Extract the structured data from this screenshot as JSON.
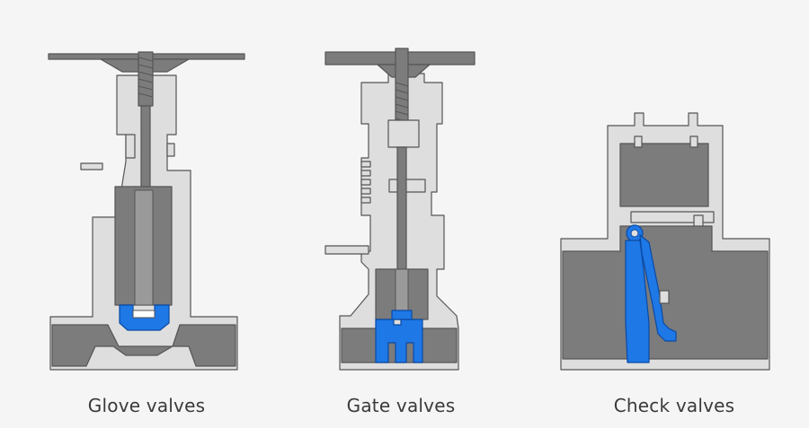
{
  "colors": {
    "background": "#f5f5f5",
    "body_light": "#dedede",
    "body_dark": "#7c7c7c",
    "outline": "#555555",
    "accent_blue": "#1e78e6",
    "caption_text": "#3a3a3a"
  },
  "valves": [
    {
      "label": "Glove valves",
      "icon": "glove-valve-icon"
    },
    {
      "label": "Gate valves",
      "icon": "gate-valve-icon"
    },
    {
      "label": "Check valves",
      "icon": "check-valve-icon"
    }
  ]
}
